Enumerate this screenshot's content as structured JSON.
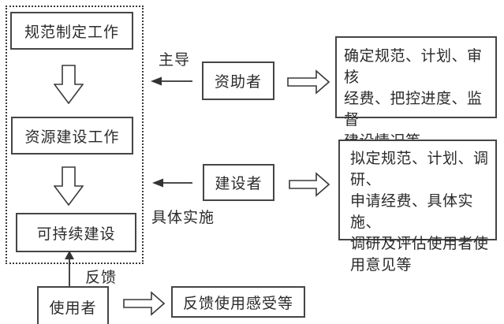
{
  "canvas": {
    "background": "#ffffff",
    "line_color": "#333333"
  },
  "workflow": {
    "steps": [
      {
        "label": "规范制定工作"
      },
      {
        "label": "资源建设工作"
      },
      {
        "label": "可持续建设"
      }
    ]
  },
  "actors": {
    "funder": {
      "name": "资助者",
      "relation_label": "主导",
      "duties": "确定规范、计划、审核\n经费、把控进度、监督\n建设情况等"
    },
    "builder": {
      "name": "建设者",
      "relation_label": "具体实施",
      "duties": "拟定规范、计划、调研、\n申请经费、具体实施、\n调研及评估使用者使\n用意见等"
    },
    "user": {
      "name": "使用者",
      "relation_label": "反馈",
      "duties": "反馈使用感受等"
    }
  }
}
